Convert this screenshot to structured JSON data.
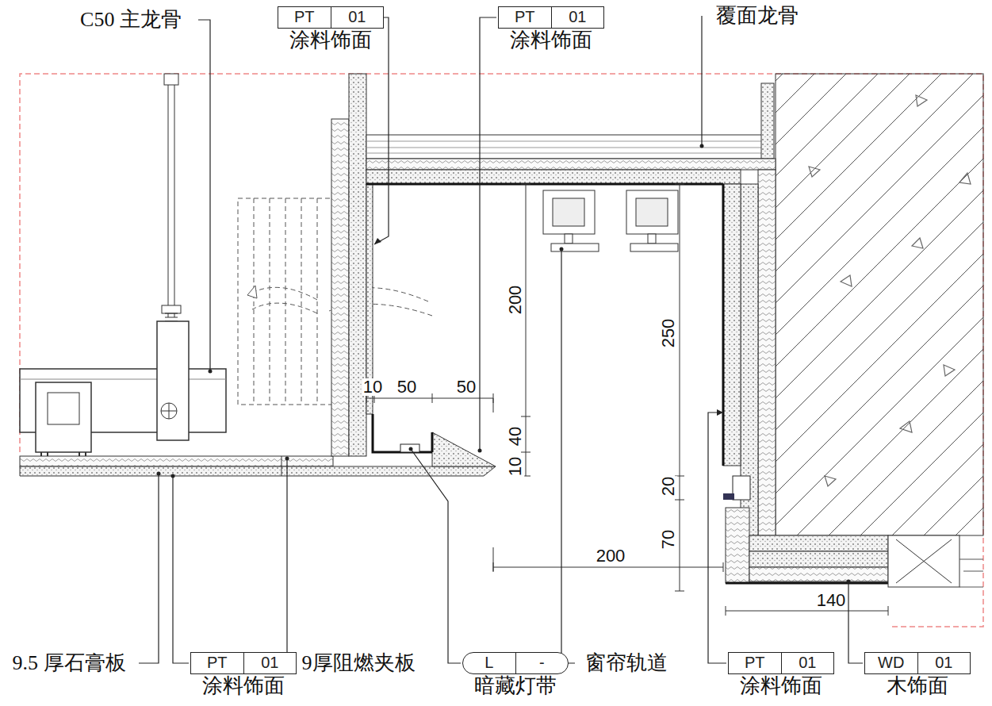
{
  "diagram": {
    "nodes": [
      {
        "text": [
          "PT",
          "01",
          "涂料饰面"
        ]
      },
      {
        "text": [
          "PT",
          "01",
          "涂料饰面"
        ]
      },
      {
        "text": [
          "PT",
          "01",
          "涂料饰面"
        ]
      },
      {
        "text": [
          "L",
          "-",
          "暗藏灯带"
        ]
      },
      {
        "text": [
          "PT",
          "01",
          "涂料饰面"
        ]
      },
      {
        "text": [
          "WD",
          "01",
          "木饰面"
        ]
      }
    ],
    "labels": [
      "C50 主龙骨",
      "覆面龙骨",
      "200",
      "250",
      "10",
      "50",
      "50",
      "40",
      "10",
      "20",
      "70",
      "200",
      "140",
      "9.5 厚石膏板",
      "9厚阻燃夹板",
      "窗帘轨道"
    ]
  }
}
